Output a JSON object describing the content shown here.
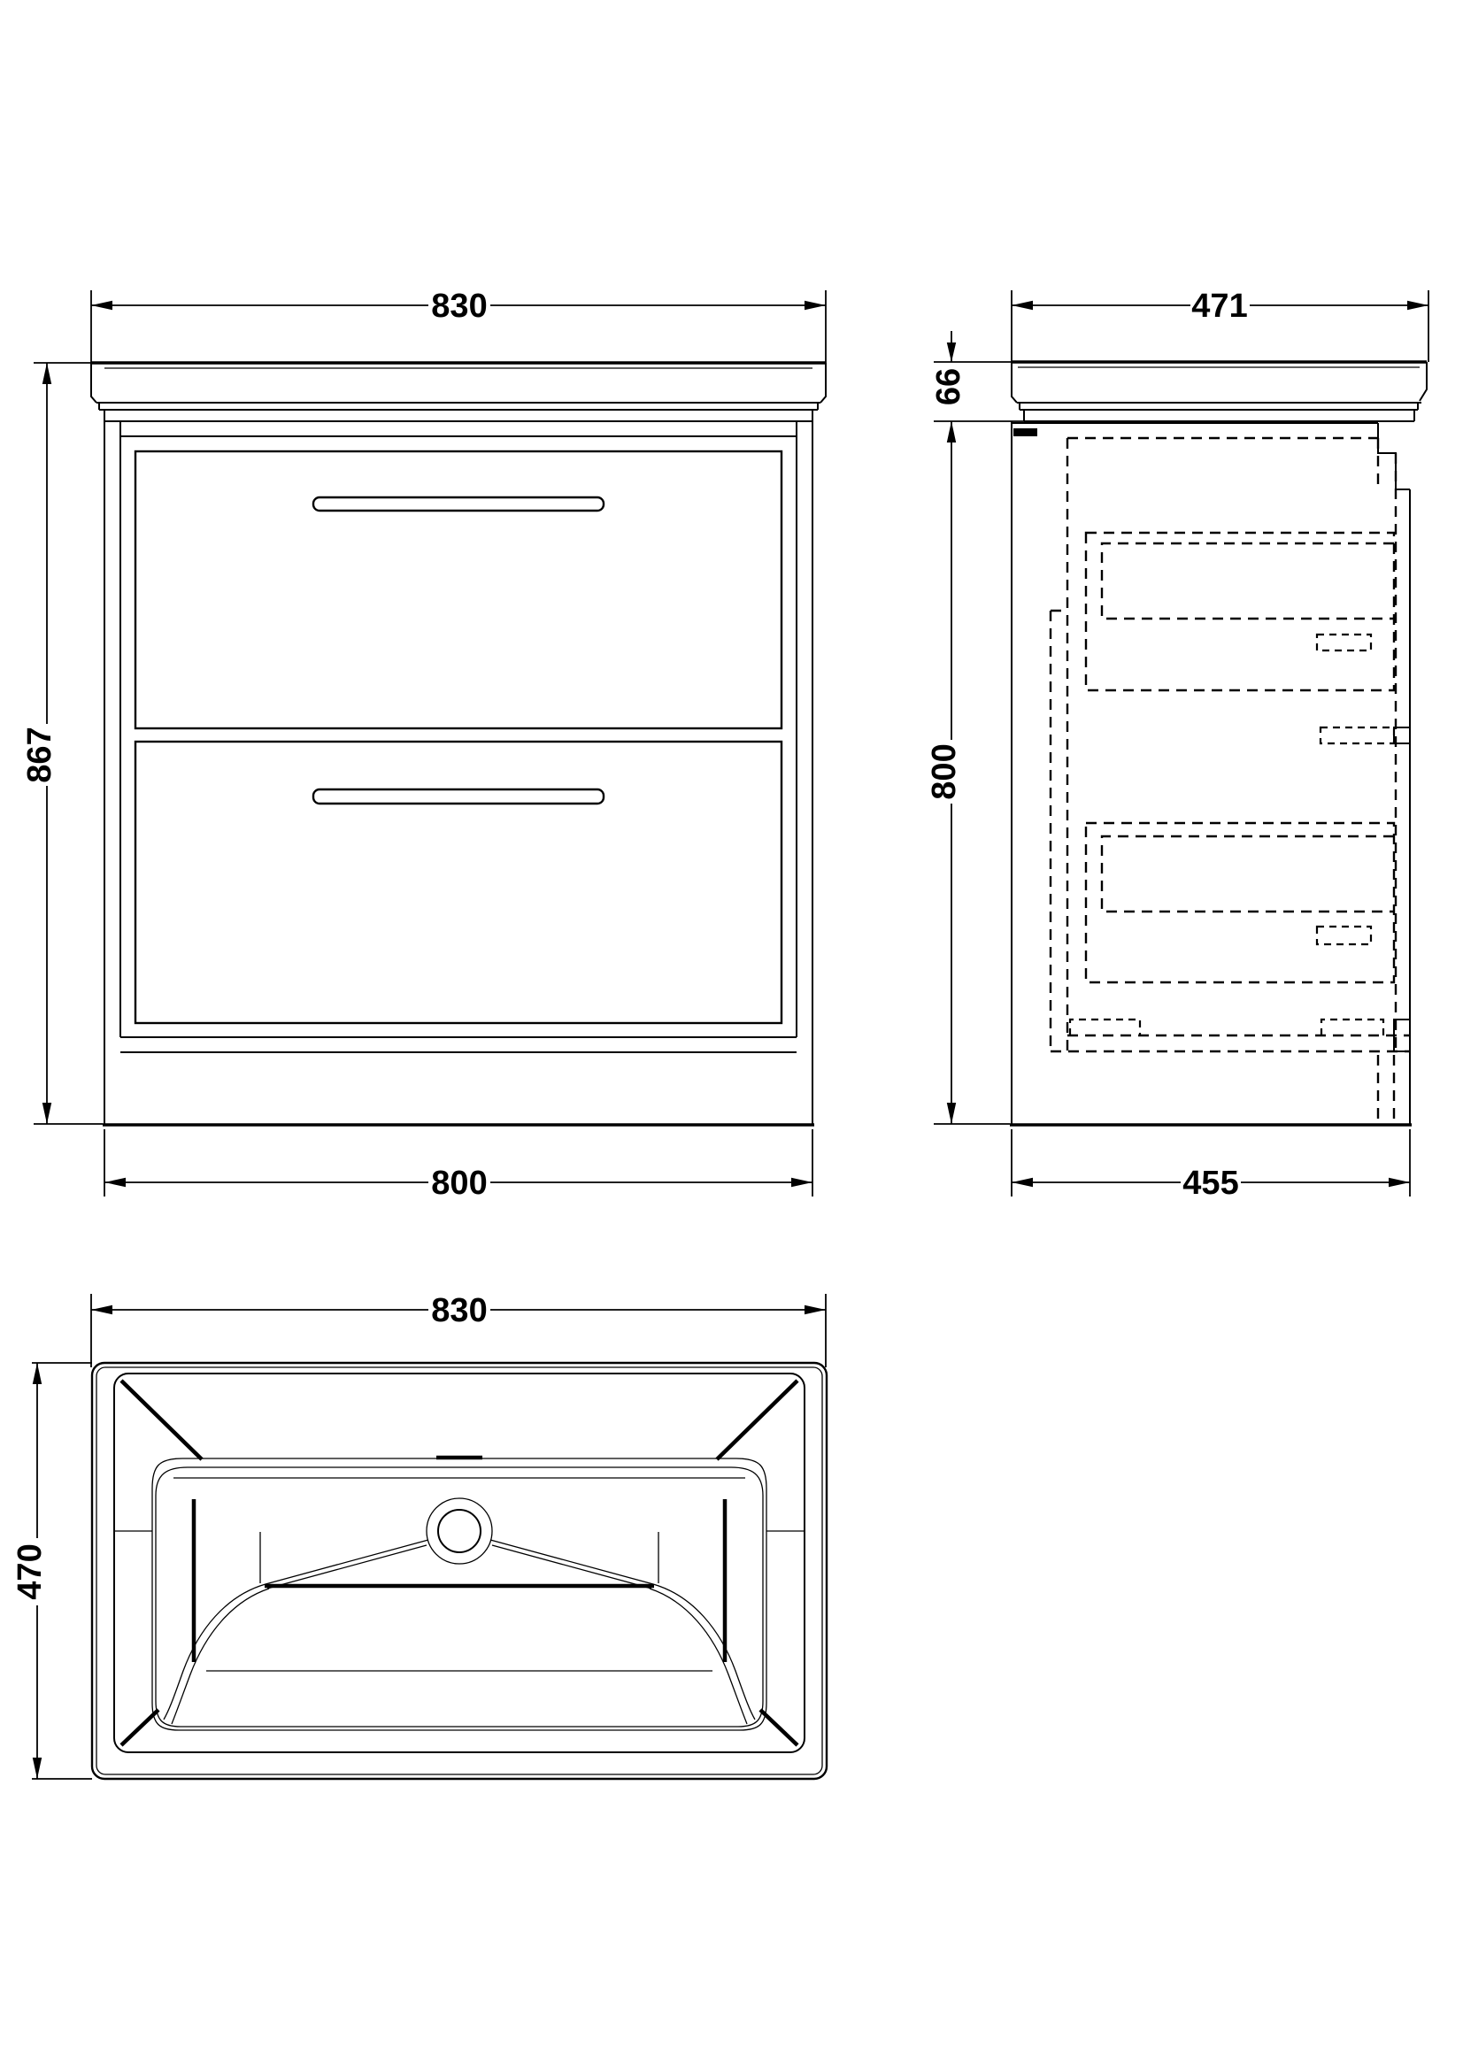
{
  "drawing": {
    "type": "technical-drawing",
    "subject": "vanity unit with basin - dimensioned orthographic views",
    "background": "#ffffff",
    "line_color": "#000000",
    "front_view": {
      "width_top": "830",
      "height": "867",
      "width_bottom": "800"
    },
    "side_view": {
      "depth_top": "471",
      "countertop_height": "66",
      "cabinet_height": "800",
      "depth_bottom": "455"
    },
    "top_view": {
      "width": "830",
      "depth": "470"
    }
  }
}
